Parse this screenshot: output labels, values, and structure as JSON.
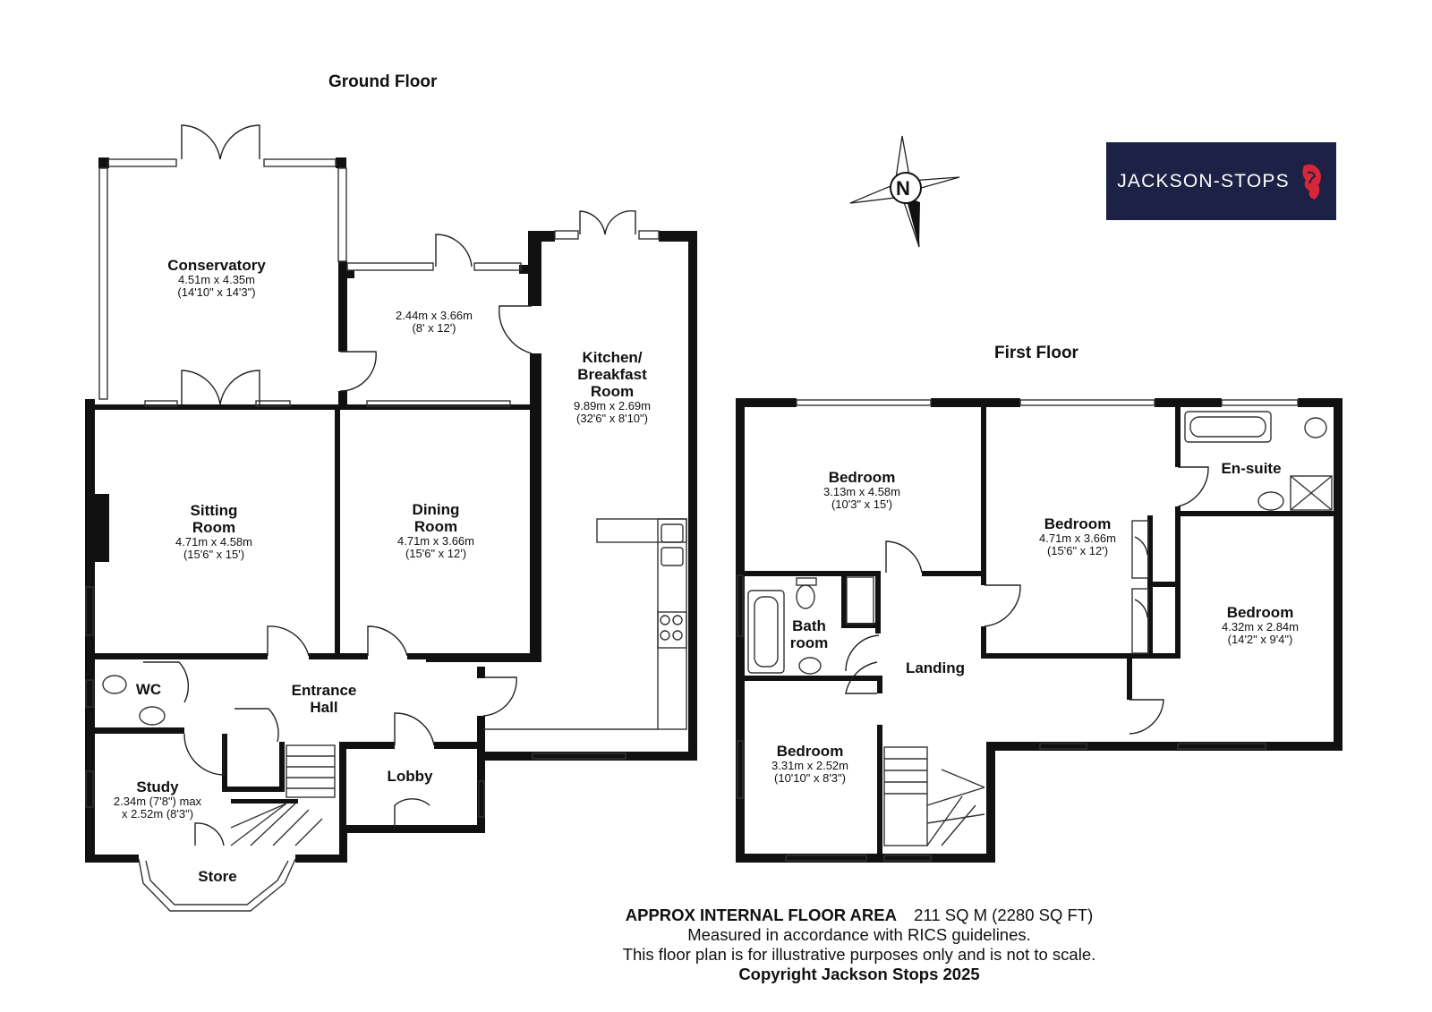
{
  "floors": {
    "ground": {
      "label": "Ground Floor"
    },
    "first": {
      "label": "First Floor"
    }
  },
  "rooms": {
    "conservatory": {
      "name": "Conservatory",
      "metric": "4.51m x 4.35m",
      "imperial": "(14'10\" x 14'3\")"
    },
    "garden_room": {
      "name": "",
      "metric": "2.44m x 3.66m",
      "imperial": "(8' x 12')"
    },
    "kitchen": {
      "name_line1": "Kitchen/",
      "name_line2": "Breakfast",
      "name_line3": "Room",
      "metric": "9.89m x 2.69m",
      "imperial": "(32'6\" x 8'10\")"
    },
    "sitting": {
      "name_line1": "Sitting",
      "name_line2": "Room",
      "metric": "4.71m x 4.58m",
      "imperial": "(15'6\" x 15')"
    },
    "dining": {
      "name_line1": "Dining",
      "name_line2": "Room",
      "metric": "4.71m x 3.66m",
      "imperial": "(15'6\" x 12')"
    },
    "wc": {
      "name": "WC"
    },
    "entrance_hall": {
      "name_line1": "Entrance",
      "name_line2": "Hall"
    },
    "study": {
      "name": "Study",
      "metric": "2.34m (7'8\") max",
      "imperial": "x 2.52m (8'3\")"
    },
    "lobby": {
      "name": "Lobby"
    },
    "store": {
      "name": "Store"
    },
    "bedroom1": {
      "name": "Bedroom",
      "metric": "3.13m x 4.58m",
      "imperial": "(10'3\" x 15')"
    },
    "bedroom2": {
      "name": "Bedroom",
      "metric": "4.71m x 3.66m",
      "imperial": "(15'6\" x 12')"
    },
    "ensuite": {
      "name": "En-suite"
    },
    "bedroom3": {
      "name": "Bedroom",
      "metric": "4.32m x 2.84m",
      "imperial": "(14'2\" x 9'4\")"
    },
    "bathroom": {
      "name_line1": "Bath",
      "name_line2": "room"
    },
    "landing": {
      "name": "Landing"
    },
    "bedroom4": {
      "name": "Bedroom",
      "metric": "3.31m x 2.52m",
      "imperial": "(10'10\" x 8'3\")"
    }
  },
  "compass": {
    "letter": "N"
  },
  "logo": {
    "text": "JACKSON-STOPS"
  },
  "footer": {
    "area_title": "APPROX INTERNAL FLOOR AREA",
    "area_value": "211 SQ M (2280 SQ FT)",
    "line2": "Measured in accordance with RICS guidelines.",
    "line3": "This floor plan is for illustrative purposes only and is not to scale.",
    "copyright": "Copyright Jackson Stops 2025"
  },
  "colors": {
    "wall": "#111111",
    "logo_bg": "#1c2145",
    "logo_accent": "#d6263a"
  }
}
